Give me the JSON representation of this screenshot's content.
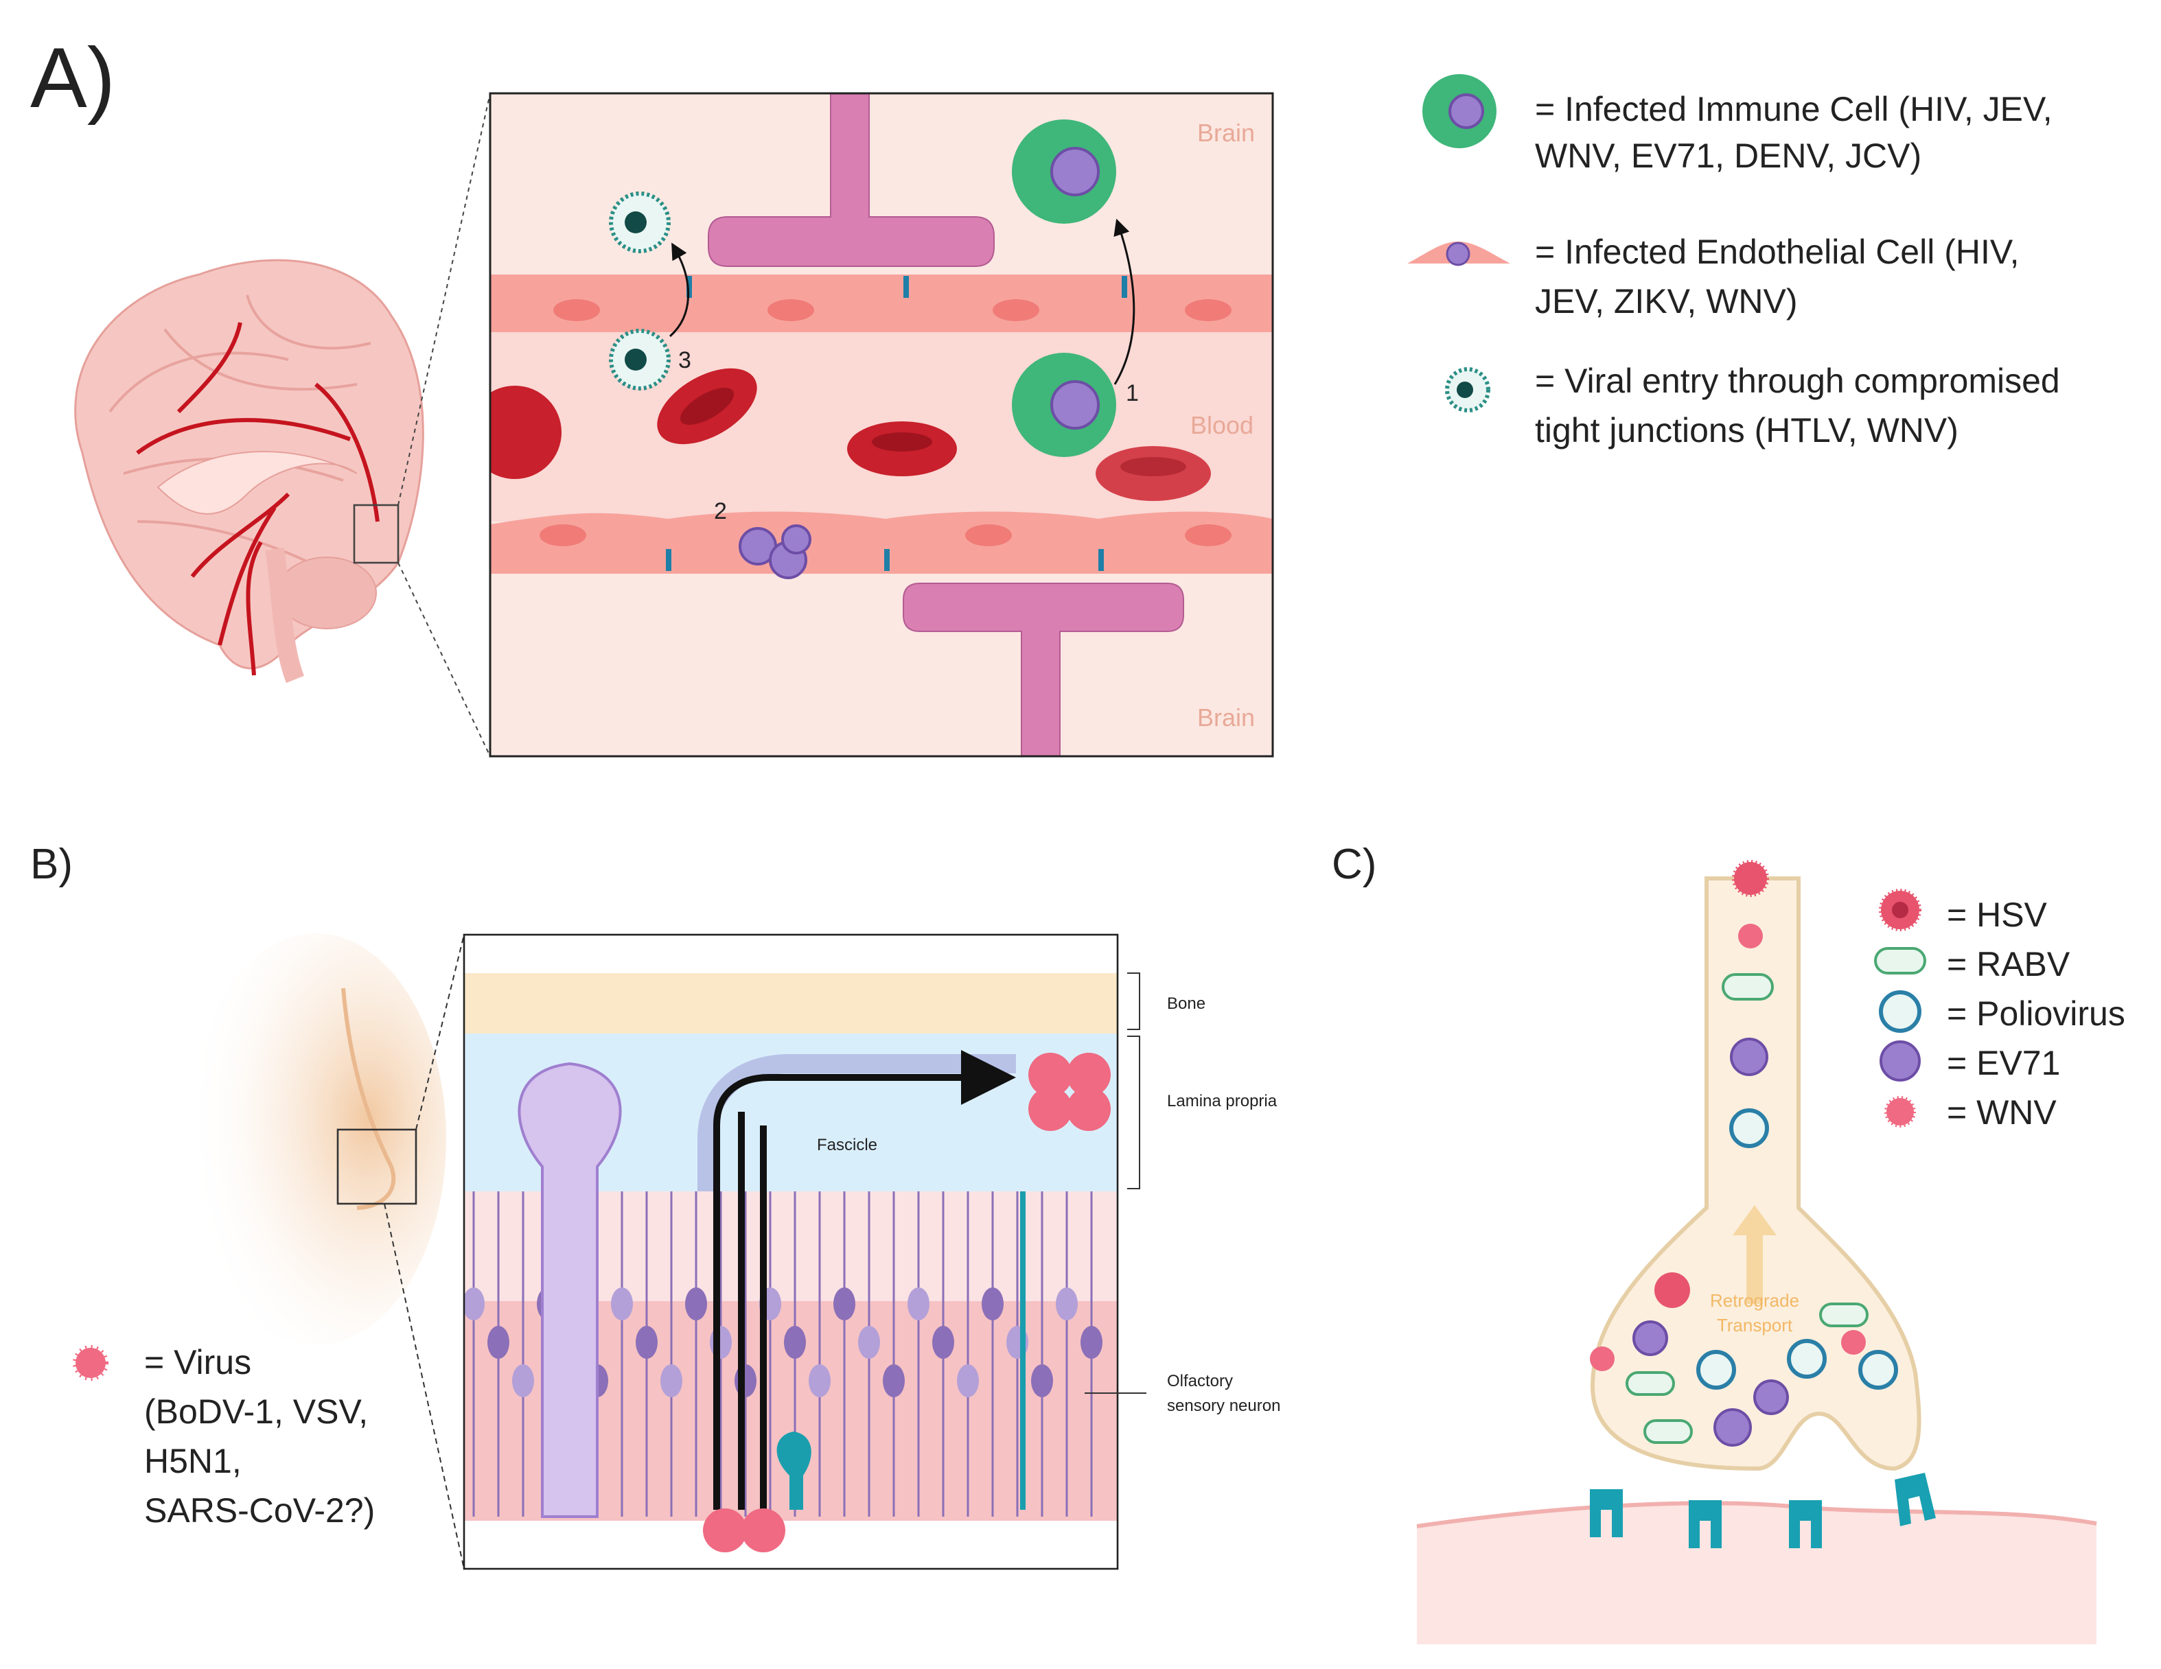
{
  "panel_a": {
    "letter": "A)",
    "labels": {
      "brain_top": "Brain",
      "blood": "Blood",
      "brain_bottom": "Brain"
    },
    "steps": [
      "1",
      "2",
      "3"
    ],
    "legend": [
      {
        "icon": "infected-immune-cell-icon",
        "line1": "= Infected Immune Cell (HIV, JEV,",
        "line2": "WNV, EV71, DENV, JCV)"
      },
      {
        "icon": "infected-endothelial-cell-icon",
        "line1": "= Infected Endothelial Cell (HIV,",
        "line2": "JEV, ZIKV, WNV)"
      },
      {
        "icon": "viral-entry-icon",
        "line1": "= Viral entry through compromised",
        "line2": "tight junctions (HTLV, WNV)"
      }
    ],
    "colors": {
      "endothelium": "#f7a39c",
      "blood": "#fbd9d5",
      "brain_tissue": "#fce8e2",
      "astrocyte": "#d97fb2",
      "rbc": "#c8202c",
      "immune_cell": "#3fb67a",
      "virus": "#9b7fcf",
      "junction": "#1f7fa7"
    }
  },
  "panel_b": {
    "letter": "B)",
    "labels": {
      "bone": "Bone",
      "lamina": "Lamina propria",
      "fascicle": "Fascicle",
      "osn_line1": "Olfactory",
      "osn_line2": "sensory neuron"
    },
    "legend": {
      "icon": "virus-icon",
      "lines": [
        "= Virus",
        "(BoDV-1, VSV,",
        "H5N1,",
        "SARS-CoV-2?)"
      ]
    },
    "colors": {
      "bone": "#fbe8c8",
      "lamina": "#d9eefb",
      "epithelium": "#f6c2c4",
      "neuron": "#8b6fb8",
      "virus": "#ef6a82"
    }
  },
  "panel_c": {
    "letter": "C)",
    "legend": [
      {
        "icon": "hsv-icon",
        "text": "=  HSV"
      },
      {
        "icon": "rabv-icon",
        "text": "= RABV"
      },
      {
        "icon": "poliovirus-icon",
        "text": "= Poliovirus"
      },
      {
        "icon": "ev71-icon",
        "text": "= EV71"
      },
      {
        "icon": "wnv-icon",
        "text": "= WNV"
      }
    ],
    "transport": {
      "line1": "Retrograde",
      "line2": "Transport"
    },
    "colors": {
      "axon": "#fcefde",
      "axon_edge": "#e6cfa6",
      "arrow": "#f6d7a2",
      "channel": "#19a0b2"
    }
  }
}
